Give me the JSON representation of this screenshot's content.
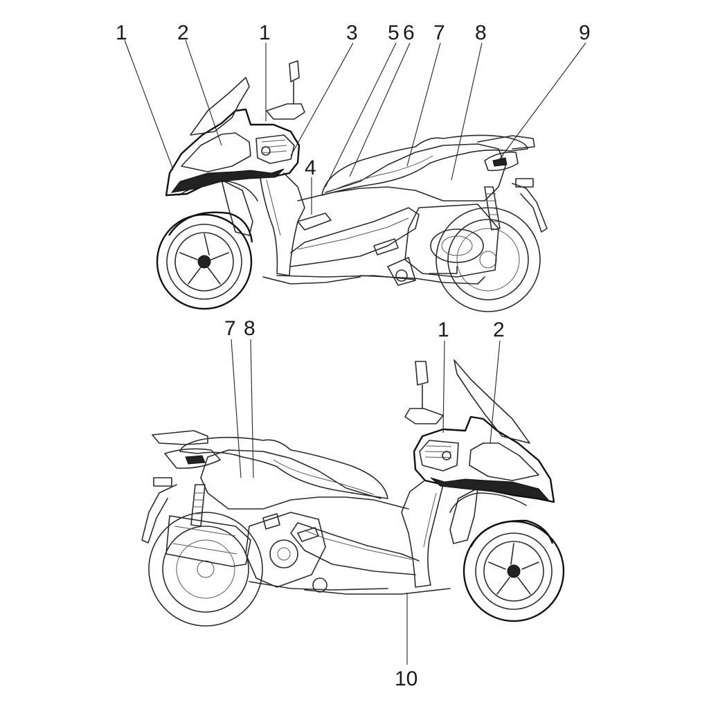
{
  "views": {
    "upper": {
      "callouts": [
        "1",
        "2",
        "1",
        "3",
        "5",
        "6",
        "7",
        "8",
        "9",
        "4"
      ]
    },
    "lower": {
      "callouts": [
        "7",
        "8",
        "1",
        "2",
        "10"
      ]
    }
  },
  "colors": {
    "line": "#2a2a2a",
    "background": "#ffffff"
  }
}
